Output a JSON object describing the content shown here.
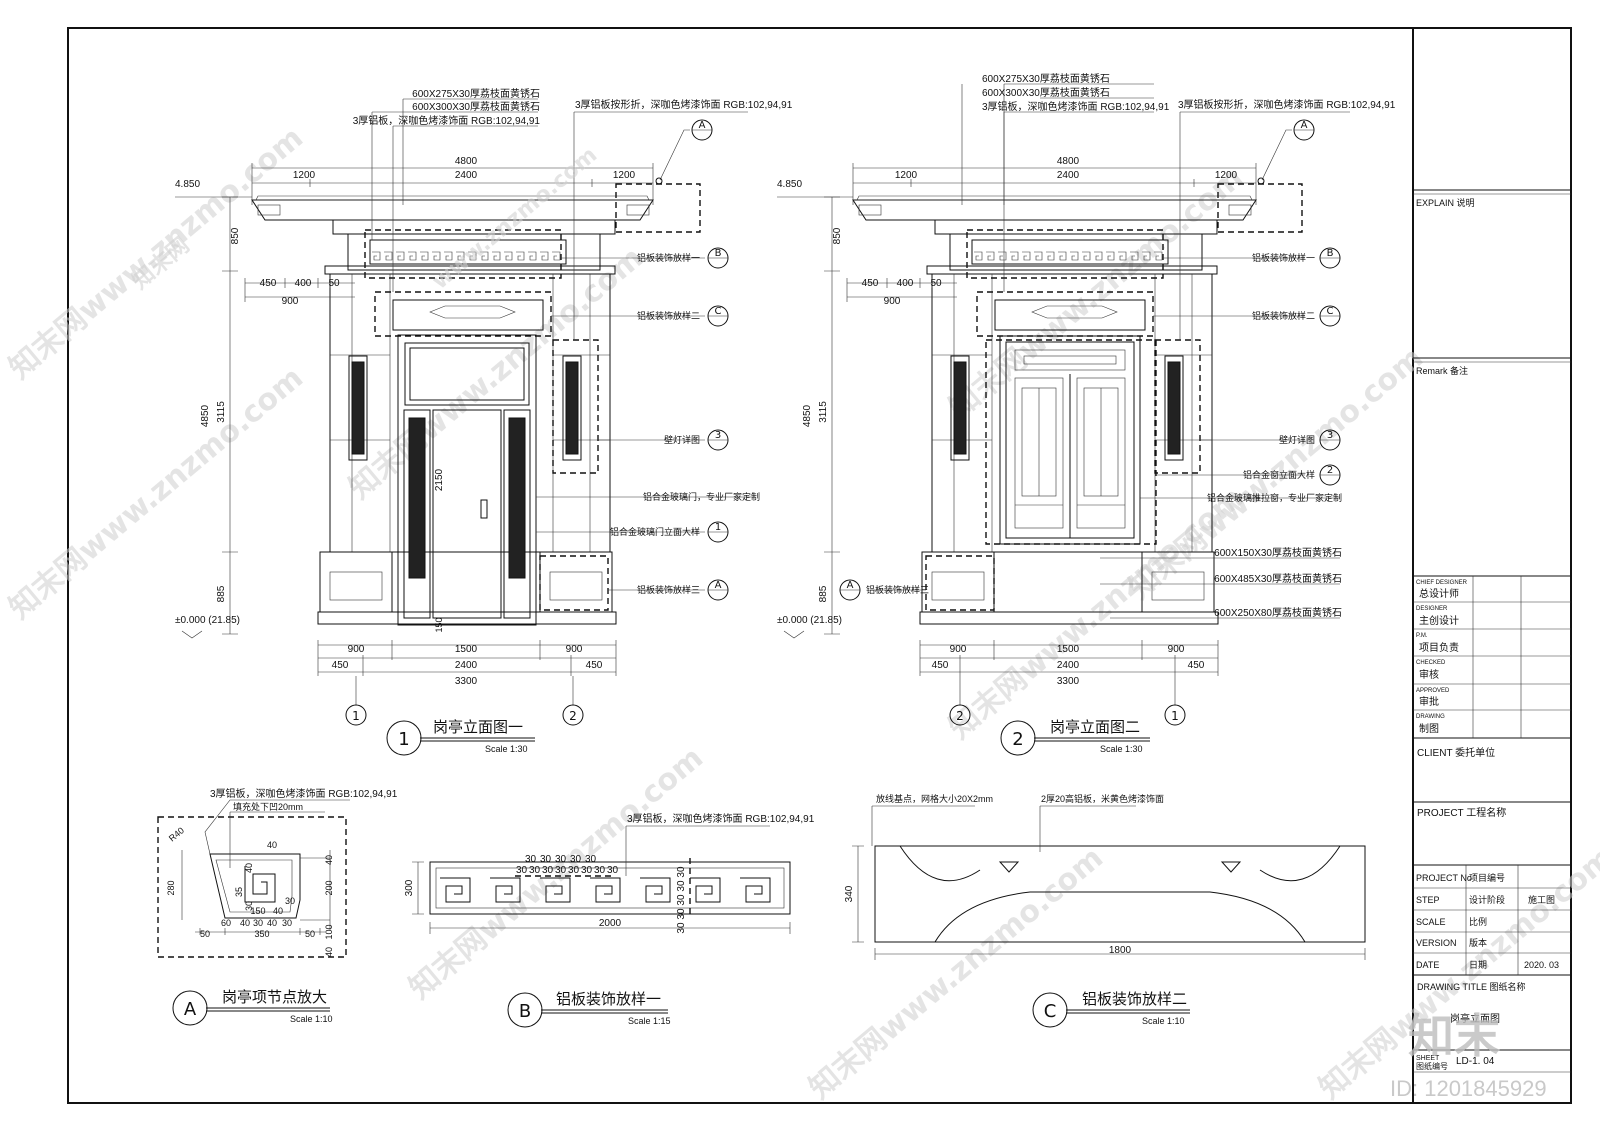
{
  "title_block": {
    "explain": "EXPLAIN  说明",
    "remark": "Remark  备注",
    "roles": [
      {
        "en": "CHIEF DESIGNER",
        "cn": "总设计师"
      },
      {
        "en": "DESIGNER",
        "cn": "主创设计"
      },
      {
        "en": "P.M.",
        "cn": "项目负责"
      },
      {
        "en": "CHECKED",
        "cn": "审核"
      },
      {
        "en": "APPROVED",
        "cn": "审批"
      },
      {
        "en": "DRAWING",
        "cn": "制图"
      }
    ],
    "client": "CLIENT   委托单位",
    "project": "PROJECT 工程名称",
    "fields": [
      {
        "en": "PROJECT No",
        "cn": "项目编号",
        "value": ""
      },
      {
        "en": "STEP",
        "cn": "设计阶段",
        "value": "施工图"
      },
      {
        "en": "SCALE",
        "cn": "比例",
        "value": ""
      },
      {
        "en": "VERSION",
        "cn": "版本",
        "value": ""
      },
      {
        "en": "DATE",
        "cn": "日期",
        "value": "2020. 03"
      }
    ],
    "drawing_title": "DRAWING TITLE  图纸名称",
    "drawing_name": "岗亭立面图",
    "sheet_en": "SHEET",
    "sheet_cn": "图纸编号",
    "sheet_no": "LD-1. 04"
  },
  "watermark": {
    "brand_cn": "知末",
    "id": "ID: 1201845929",
    "site": "www.znzmo.com",
    "site_cn": "知末网"
  },
  "elev1": {
    "title": "岗亭立面图一",
    "num": "1",
    "scale": "Scale  1:30",
    "notes": [
      "600X275X30厚荔枝面黄锈石",
      "600X300X30厚荔枝面黄锈石",
      "3厚铝板，深咖色烤漆饰面 RGB:102,94,91",
      "3厚铝板按形折，深咖色烤漆饰面 RGB:102,94,91"
    ],
    "callouts": [
      {
        "text": "铝板装饰放样一",
        "tag": "B"
      },
      {
        "text": "铝板装饰放样二",
        "tag": "C"
      },
      {
        "text": "壁灯详图",
        "tag": "3"
      },
      {
        "text": "铝合金玻璃门，专业厂家定制",
        "tag": ""
      },
      {
        "text": "铝合金玻璃门立面大样",
        "tag": "1"
      },
      {
        "text": "铝板装饰放样三",
        "tag": "A"
      }
    ],
    "top_tag": "A",
    "dims_top": [
      "4800",
      "1200",
      "2400",
      "1200"
    ],
    "dims_left": [
      "450",
      "400",
      "50",
      "900"
    ],
    "dims_vert": [
      "850",
      "4850",
      "3115",
      "885",
      "2150"
    ],
    "levels": [
      "4.850",
      "±0.000 (21.85)"
    ],
    "dims_bottom_1": [
      "900",
      "1500",
      "900"
    ],
    "dims_bottom_2": [
      "450",
      "2400",
      "450"
    ],
    "dims_bottom_3": [
      "3300"
    ],
    "axes": [
      "1",
      "2"
    ],
    "door_dim": "150"
  },
  "elev2": {
    "title": "岗亭立面图二",
    "num": "2",
    "scale": "Scale  1:30",
    "notes": [
      "600X275X30厚荔枝面黄锈石",
      "600X300X30厚荔枝面黄锈石",
      "3厚铝板，深咖色烤漆饰面 RGB:102,94,91",
      "3厚铝板按形折，深咖色烤漆饰面 RGB:102,94,91"
    ],
    "callouts": [
      {
        "text": "铝板装饰放样一",
        "tag": "B"
      },
      {
        "text": "铝板装饰放样二",
        "tag": "C"
      },
      {
        "text": "壁灯详图",
        "tag": "3"
      },
      {
        "text": "铝合金窗立面大样",
        "tag": "2"
      },
      {
        "text": "铝合金玻璃推拉窗，专业厂家定制",
        "tag": ""
      },
      {
        "text": "600X150X30厚荔枝面黄锈石",
        "tag": ""
      },
      {
        "text": "600X485X30厚荔枝面黄锈石",
        "tag": ""
      },
      {
        "text": "600X250X80厚荔枝面黄锈石",
        "tag": ""
      }
    ],
    "left_callout": {
      "text": "铝板装饰放样三",
      "tag": "A"
    },
    "top_tag": "A",
    "dims_top": [
      "4800",
      "1200",
      "2400",
      "1200"
    ],
    "dims_left": [
      "450",
      "400",
      "50",
      "900"
    ],
    "dims_vert": [
      "850",
      "4850",
      "3115",
      "885"
    ],
    "levels": [
      "4.850",
      "±0.000 (21.85)"
    ],
    "dims_bottom_1": [
      "900",
      "1500",
      "900"
    ],
    "dims_bottom_2": [
      "450",
      "2400",
      "450"
    ],
    "dims_bottom_3": [
      "3300"
    ],
    "axes": [
      "2",
      "1"
    ]
  },
  "detailA": {
    "tag": "A",
    "title": "岗亭项节点放大",
    "scale": "Scale  1:10",
    "note1": "3厚铝板，深咖色烤漆饰面 RGB:102,94,91",
    "note2": "填充处下凹20mm",
    "dims": [
      "R40",
      "280",
      "200",
      "40",
      "100",
      "40",
      "40",
      "35",
      "30",
      "40",
      "150",
      "40",
      "30",
      "50",
      "350",
      "50",
      "60",
      "40",
      "30",
      "40",
      "30"
    ]
  },
  "detailB": {
    "tag": "B",
    "title": "铝板装饰放样一",
    "scale": "Scale  1:15",
    "note": "3厚铝板，深咖色烤漆饰面 RGB:102,94,91",
    "dim_h": "300",
    "dim_w": "2000",
    "dims_top": [
      "30",
      "30",
      "30",
      "30",
      "30"
    ],
    "dims_top2": [
      "30",
      "30",
      "30",
      "30",
      "30",
      "30",
      "30",
      "30"
    ],
    "dims_side": [
      "30",
      "30",
      "30",
      "30",
      "30"
    ]
  },
  "detailC": {
    "tag": "C",
    "title": "铝板装饰放样二",
    "scale": "Scale  1:10",
    "note1": "放线基点，网格大小20X2mm",
    "note2": "2厚20高铝板，米黄色烤漆饰面",
    "dim_h": "340",
    "dim_w": "1800"
  }
}
